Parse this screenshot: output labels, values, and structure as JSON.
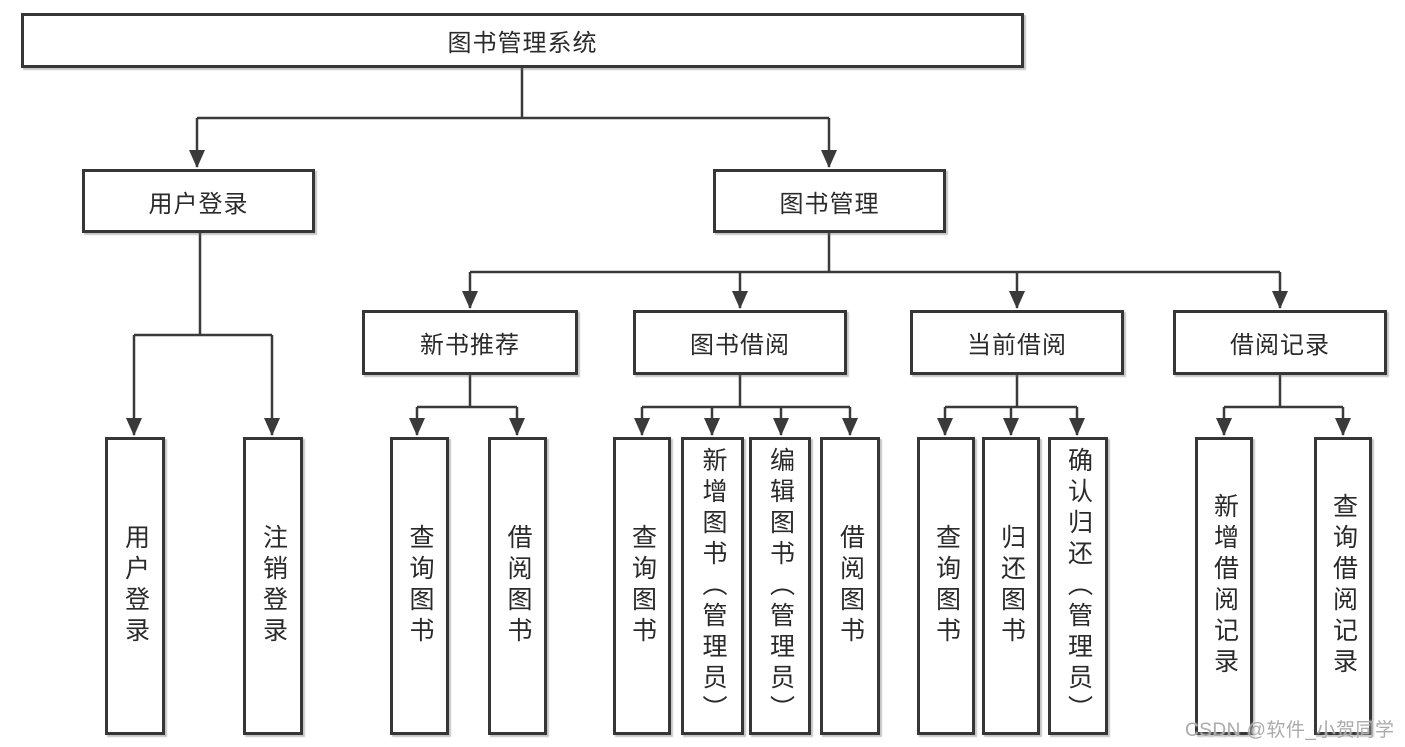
{
  "tree": {
    "label": "图书管理系统",
    "children": [
      {
        "label": "用户登录",
        "children": [
          {
            "label": "用户登录"
          },
          {
            "label": "注销登录"
          }
        ]
      },
      {
        "label": "图书管理",
        "children": [
          {
            "label": "新书推荐",
            "children": [
              {
                "label": "查询图书"
              },
              {
                "label": "借阅图书"
              }
            ]
          },
          {
            "label": "图书借阅",
            "children": [
              {
                "label": "查询图书"
              },
              {
                "label": "新增图书（管理员）"
              },
              {
                "label": "编辑图书（管理员）"
              },
              {
                "label": "借阅图书"
              }
            ]
          },
          {
            "label": "当前借阅",
            "children": [
              {
                "label": "查询图书"
              },
              {
                "label": "归还图书"
              },
              {
                "label": "确认归还（管理员）"
              }
            ]
          },
          {
            "label": "借阅记录",
            "children": [
              {
                "label": "新增借阅记录"
              },
              {
                "label": "查询借阅记录"
              }
            ]
          }
        ]
      }
    ]
  },
  "watermark": "CSDN @软件_小贺同学",
  "colors": {
    "line": "#3a3a3a",
    "box_border": "#363636",
    "text": "#2a2a2a",
    "watermark": "#ababab",
    "background": "#ffffff"
  }
}
